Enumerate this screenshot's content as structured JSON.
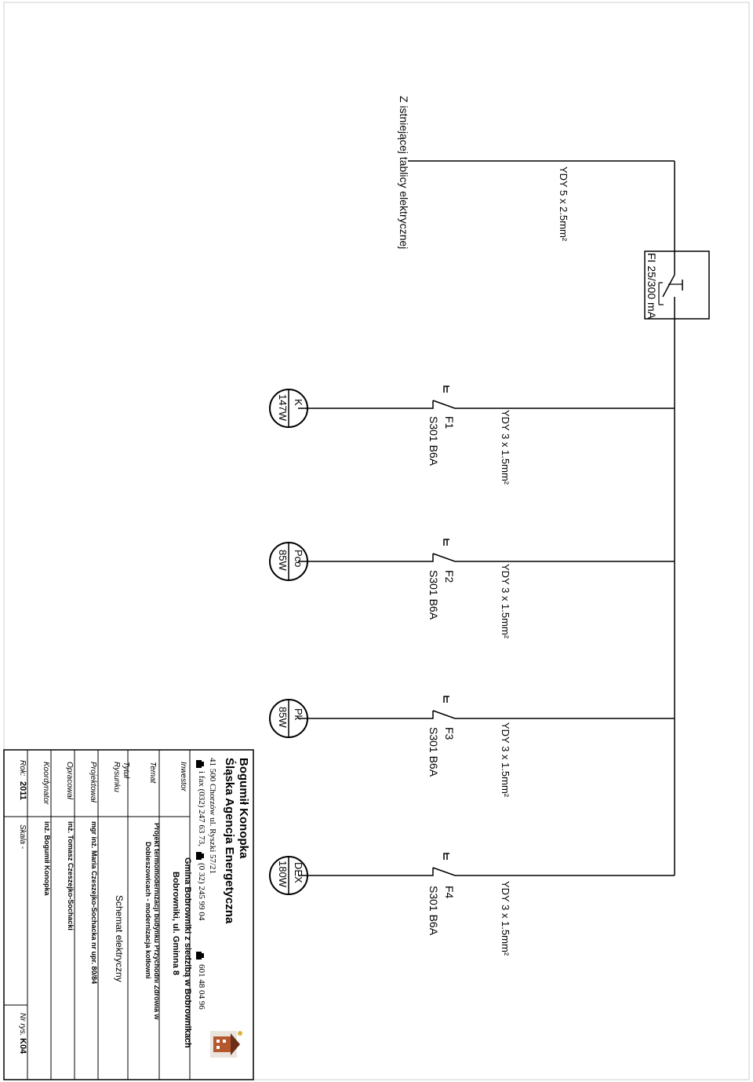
{
  "supply_note": "Z istniejącej tablicy elektrycznej",
  "main_cable": "YDY 5 x 2.5mm²",
  "rcd_label": "FI 25/300 mA",
  "circuits": [
    {
      "breaker": "F1",
      "breaker_type": "S301 B6A",
      "cable": "YDY 3 x 1.5mm²",
      "load": "K",
      "power": "147W"
    },
    {
      "breaker": "F2",
      "breaker_type": "S301 B6A",
      "cable": "YDY 3 x 1.5mm²",
      "load": "Pco",
      "power": "85W"
    },
    {
      "breaker": "F3",
      "breaker_type": "S301 B6A",
      "cable": "YDY 3 x 1.5mm²",
      "load": "Pk",
      "power": "85W"
    },
    {
      "breaker": "F4",
      "breaker_type": "S301 B6A",
      "cable": "YDY 3 x 1.5mm²",
      "load": "DEX",
      "power": "180W"
    }
  ],
  "title_block": {
    "company_name": "Bogumił Konopka",
    "company_subtitle": "Śląska Agencja Energetyczna",
    "address": "41 500 Chorzów ul. Ryszki 57/21",
    "phone_fax": "i fax (032) 247 63 73,",
    "phone2": "(0 32) 245 99 04",
    "mobile": "601 48 04 96",
    "investor_label": "Inwestor",
    "investor_line1": "Gmina Bobrowniki z siedzibą w Bobrownikach",
    "investor_line2": "Bobrowniki, ul. Gminna 8",
    "topic_label": "Temat",
    "topic_line1": "Projekt termomodernizacji budynku Przychodni Zdrowia w",
    "topic_line2": "Dobieszowicach - modernizacja kotłowni",
    "drawing_title_label1": "Tytuł",
    "drawing_title_label2": "Rysunku",
    "drawing_title": "Schemat elektryczny",
    "designer_label": "Projektował",
    "designer": "mgr inż. Maria Czeszejko-Sochacka   nr upr. 80/84",
    "prepared_label": "Opracował",
    "prepared": "inż. Tomasz Czeszejko-Sochacki",
    "coordinator_label": "Koordynator",
    "coordinator": "inż. Bogumił Konopka",
    "year_label": "Rok:",
    "year": "2011",
    "scale_label": "Skala -",
    "drawing_no_label": "Nr rys.",
    "drawing_no": "K04"
  }
}
